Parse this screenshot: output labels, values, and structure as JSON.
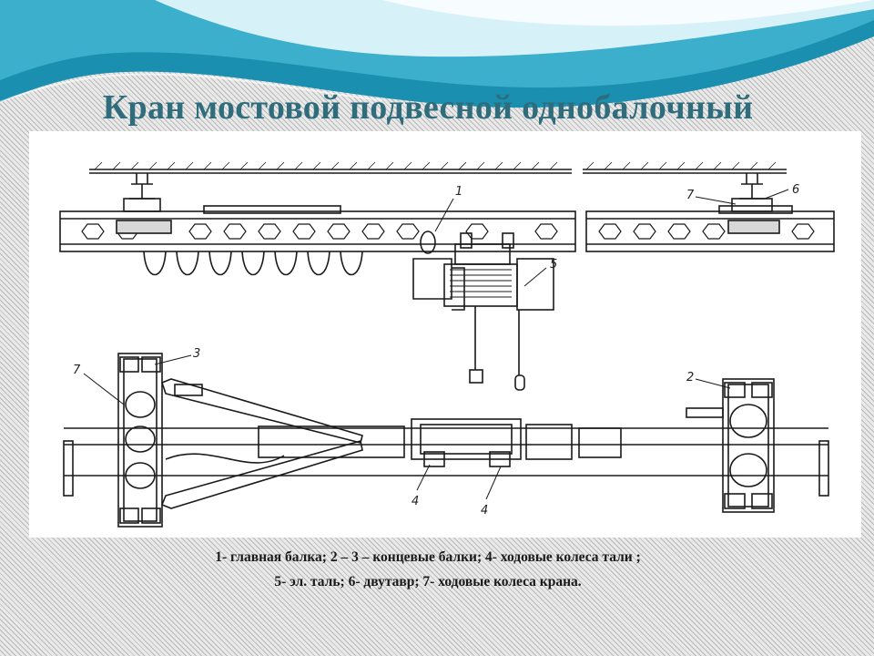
{
  "slide": {
    "title": "Кран мостовой подвесной однобалочный",
    "caption_line_1": "1- главная балка; 2 – 3 – концевые балки;  4- ходовые колеса тали ;",
    "caption_line_2": "5- эл. таль; 6- двутавр;  7- ходовые колеса крана."
  },
  "diagram": {
    "labels": {
      "main_beam": "1",
      "end_beam_right": "2",
      "end_beam_left": "3",
      "hoist_wheel_a": "4",
      "hoist_wheel_b": "4",
      "hoist": "5",
      "i_beam": "6",
      "crane_wheel_top": "7",
      "crane_wheel_bottom": "7"
    }
  },
  "colors": {
    "title": "#2f6c7c",
    "wave_dark": "#1a8fb0",
    "wave_light": "#b9e6f2",
    "line": "#1a1a1a"
  }
}
